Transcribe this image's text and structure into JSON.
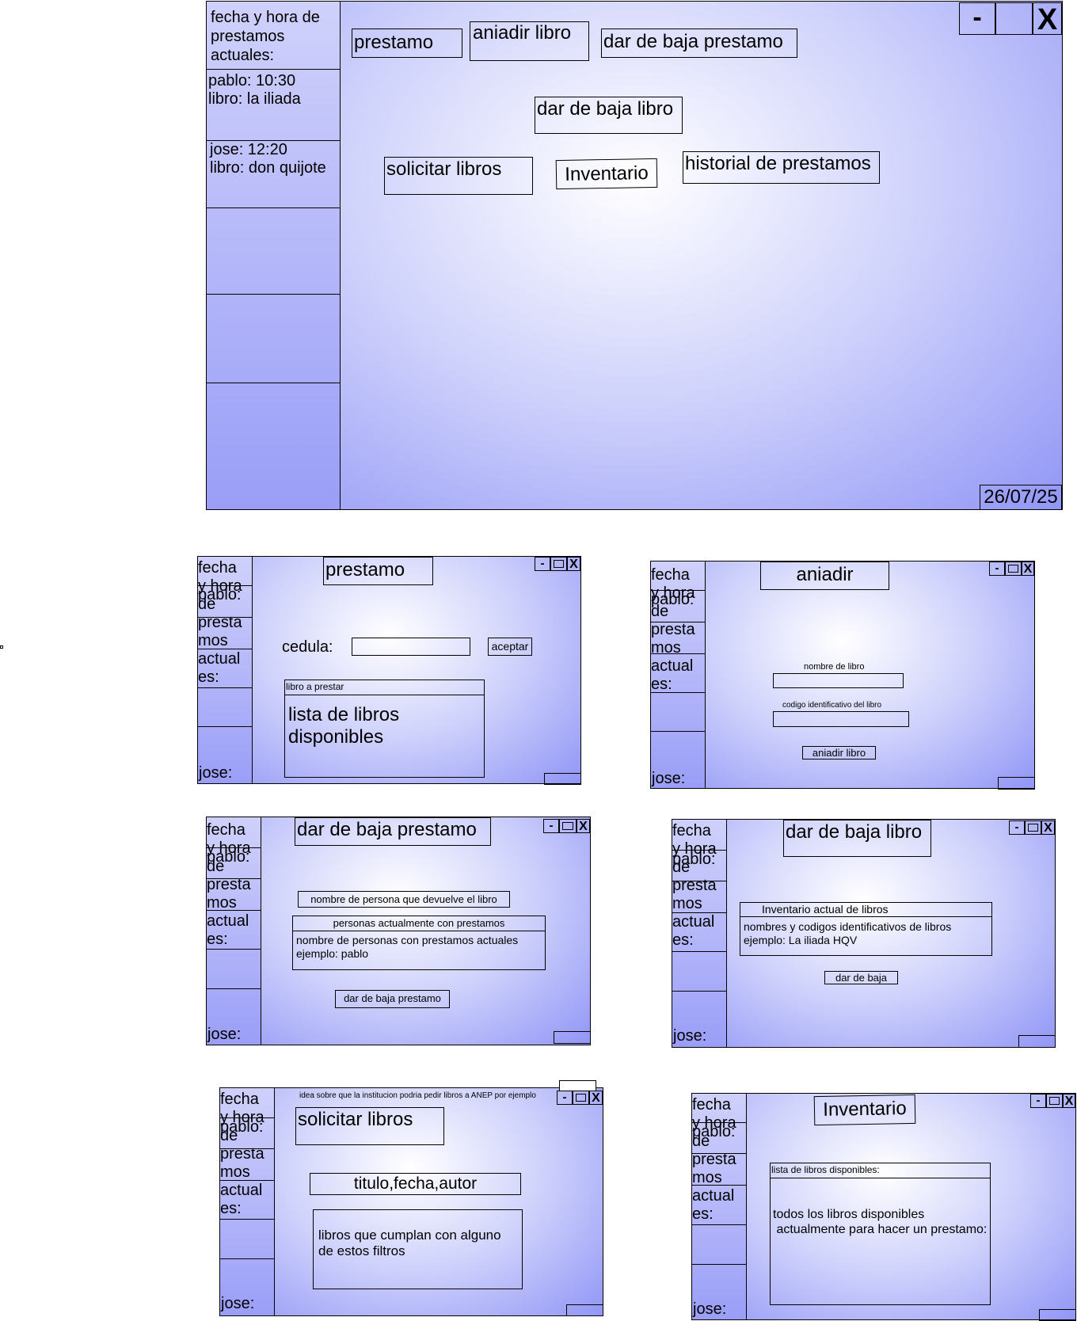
{
  "main": {
    "sidebar": {
      "header": "fecha y hora de\nprestamos\nactuales:",
      "entries": [
        "pablo: 10:30\nlibro: la iliada",
        "jose: 12:20\nlibro: don quijote"
      ]
    },
    "buttons": {
      "prestamo": "prestamo",
      "aniadir_libro": "aniadir libro",
      "baja_prestamo": "dar de baja prestamo",
      "baja_libro": "dar de baja libro",
      "solicitar": "solicitar libros",
      "inventario": "Inventario",
      "historial": "historial de prestamos"
    },
    "window_controls": {
      "minimize": "-",
      "close": "X"
    },
    "date": "26/07/25"
  },
  "small_sidebar": {
    "header": "fecha\ny hora\nde\npresta\nmos\nactual\nes:",
    "entry": "pablo:",
    "footer": "jose:"
  },
  "mini_controls": {
    "minimize": "-",
    "close": "X"
  },
  "prestamo": {
    "title": "prestamo",
    "cedula_label": "cedula:",
    "aceptar": "aceptar",
    "list_title": "libro a prestar",
    "list_content": "lista de libros\ndisponibles"
  },
  "aniadir": {
    "title": "aniadir",
    "nombre_label": "nombre de libro",
    "codigo_label": "codigo identificativo del libro",
    "button": "aniadir libro"
  },
  "baja_prestamo": {
    "title": "dar de baja prestamo",
    "field": "nombre de persona que devuelve el libro",
    "list_title": "personas actualmente con prestamos",
    "list_content": "nombre de personas con prestamos actuales\nejemplo: pablo",
    "button": "dar de baja prestamo"
  },
  "baja_libro": {
    "title": "dar de baja libro",
    "list_title": "Inventario actual de libros",
    "list_content": "nombres y codigos identificativos de libros\nejemplo: La iliada HQV",
    "button": "dar de baja"
  },
  "solicitar": {
    "note": "idea sobre que la institucion podria pedir libros a ANEP por ejemplo",
    "title": "solicitar libros",
    "filter": "titulo,fecha,autor",
    "results": "libros que cumplan con alguno\n de estos filtros"
  },
  "inventario": {
    "title": "Inventario",
    "list_title": "lista de libros disponibles:",
    "list_content": "todos los libros disponibles\n actualmente para hacer un prestamo:"
  }
}
